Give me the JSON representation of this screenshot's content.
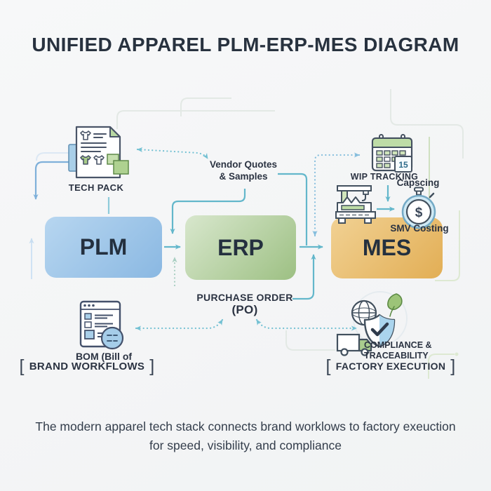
{
  "title": "UNIFIED APPAREL PLM-ERP-MES DIAGRAM",
  "boxes": {
    "plm": "PLM",
    "erp": "ERP",
    "mes": "MES"
  },
  "labels": {
    "tech_pack": "TECH PACK",
    "vendor_quotes": [
      "Vendor Quotes",
      "& Samples"
    ],
    "wip_tracking": "WIP TRACKING",
    "capscing": "Capscing",
    "smv_costing": "SMV Costing",
    "bom": "BOM (Bill of",
    "brand_workflows": "BRAND WORKFLOWS",
    "purchase_order": "PURCHASE ORDER",
    "po_abbrev": "(PO)",
    "compliance": [
      "COMPLIANCE &",
      "TRACEABILITY"
    ],
    "factory_execution": "FACTORY EXECUTION",
    "bracket_open": "[",
    "bracket_close": "]"
  },
  "icons": {
    "tech_pack": "document-with-apparel-icon",
    "wip_tracking": "calendar-icon",
    "calendar_day": "15",
    "factory": "sewing-machine-icon",
    "smv": "stopwatch-dollar-icon",
    "stopwatch_glyph": "$",
    "bom": "browser-list-badge-icon",
    "compliance": [
      "globe-icon",
      "leaf-icon",
      "shield-check-icon",
      "truck-icon"
    ]
  },
  "caption": [
    "The modern apparel tech stack connects brand worklows to factory exeuction",
    "for speed, visibility, and compliance"
  ],
  "colors": {
    "background": "#f5f6f7",
    "title_text": "#28323f",
    "plm_box": "#9dc2e7",
    "erp_box": "#b0cc96",
    "mes_box": "#eac179",
    "arrow_solid_teal": "#63b7cb",
    "arrow_dotted_teal": "#74c1d3",
    "arrow_blue": "#7fb0da",
    "decor_gray": "#e3e9e5",
    "decor_green": "#cfe0c0",
    "icon_stroke": "#42505e",
    "icon_green": "#b9d9a3",
    "icon_blue": "#a9cfe8"
  }
}
